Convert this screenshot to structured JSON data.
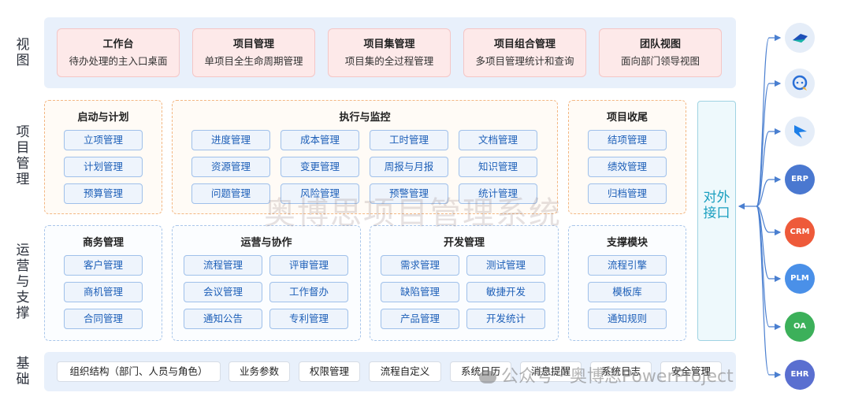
{
  "rows": {
    "view": "视图",
    "project": "项目管理",
    "operation": "运营与支撑",
    "base": "基础"
  },
  "views": [
    {
      "title": "工作台",
      "subtitle": "待办处理的主入口桌面"
    },
    {
      "title": "项目管理",
      "subtitle": "单项目全生命周期管理"
    },
    {
      "title": "项目集管理",
      "subtitle": "项目集的全过程管理"
    },
    {
      "title": "项目组合管理",
      "subtitle": "多项目管理统计和查询"
    },
    {
      "title": "团队视图",
      "subtitle": "面向部门领导视图"
    }
  ],
  "project_groups": {
    "start": {
      "title": "启动与计划",
      "items": [
        "立项管理",
        "计划管理",
        "预算管理"
      ]
    },
    "exec": {
      "title": "执行与监控",
      "items": [
        "进度管理",
        "成本管理",
        "工时管理",
        "文档管理",
        "资源管理",
        "变更管理",
        "周报与月报",
        "知识管理",
        "问题管理",
        "风险管理",
        "预警管理",
        "统计管理"
      ]
    },
    "close": {
      "title": "项目收尾",
      "items": [
        "结项管理",
        "绩效管理",
        "归档管理"
      ]
    }
  },
  "ops_groups": {
    "business": {
      "title": "商务管理",
      "items": [
        "客户管理",
        "商机管理",
        "合同管理"
      ]
    },
    "collab": {
      "title": "运营与协作",
      "items": [
        "流程管理",
        "评审管理",
        "会议管理",
        "工作督办",
        "通知公告",
        "专利管理"
      ]
    },
    "dev": {
      "title": "开发管理",
      "items": [
        "需求管理",
        "测试管理",
        "缺陷管理",
        "敏捷开发",
        "产品管理",
        "开发统计"
      ]
    },
    "support": {
      "title": "支撑模块",
      "items": [
        "流程引擎",
        "模板库",
        "通知规则"
      ]
    }
  },
  "api": {
    "label": "对外接口"
  },
  "base": [
    "组织结构（部门、人员与角色）",
    "业务参数",
    "权限管理",
    "流程自定义",
    "系统日历",
    "消息提醒",
    "系统日志",
    "安全管理"
  ],
  "external": [
    {
      "icon": "feishu-icon",
      "label": "",
      "color": "#e5edf8"
    },
    {
      "icon": "chat-bubble-icon",
      "label": "",
      "color": "#e5edf8"
    },
    {
      "icon": "dingtalk-icon",
      "label": "",
      "color": "#e5edf8"
    },
    {
      "icon": "erp-icon",
      "label": "ERP",
      "color": "#4a78d0"
    },
    {
      "icon": "crm-icon",
      "label": "CRM",
      "color": "#ee5a3a"
    },
    {
      "icon": "plm-icon",
      "label": "PLM",
      "color": "#4a90e8"
    },
    {
      "icon": "oa-icon",
      "label": "OA",
      "color": "#3cb05a"
    },
    {
      "icon": "ehr-icon",
      "label": "EHR",
      "color": "#5a6fd0"
    }
  ],
  "watermark": "奥博思项目管理系统",
  "footer_watermark": "公众号 · 奥博思PowerProject"
}
